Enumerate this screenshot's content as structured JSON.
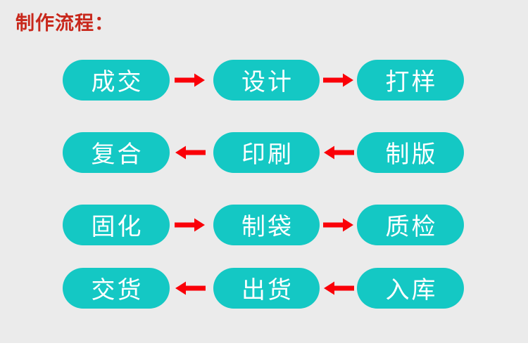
{
  "page": {
    "title": "制作流程：",
    "background_color": "#EBEBEB",
    "title_color": "#C8281C",
    "pill_color": "#14C8C4",
    "pill_text_color": "#FFFFFF",
    "arrow_color": "#FA0008"
  },
  "flow": {
    "rows": [
      {
        "direction": "right",
        "arrow_glyph": "→",
        "steps": [
          {
            "label": "成交"
          },
          {
            "label": "设计"
          },
          {
            "label": "打样"
          }
        ]
      },
      {
        "direction": "left",
        "arrow_glyph": "←",
        "steps": [
          {
            "label": "复合"
          },
          {
            "label": "印刷"
          },
          {
            "label": "制版"
          }
        ]
      },
      {
        "direction": "right",
        "arrow_glyph": "→",
        "steps": [
          {
            "label": "固化"
          },
          {
            "label": "制袋"
          },
          {
            "label": "质检"
          }
        ]
      },
      {
        "direction": "left",
        "arrow_glyph": "←",
        "steps": [
          {
            "label": "交货"
          },
          {
            "label": "出货"
          },
          {
            "label": "入库"
          }
        ]
      }
    ]
  }
}
